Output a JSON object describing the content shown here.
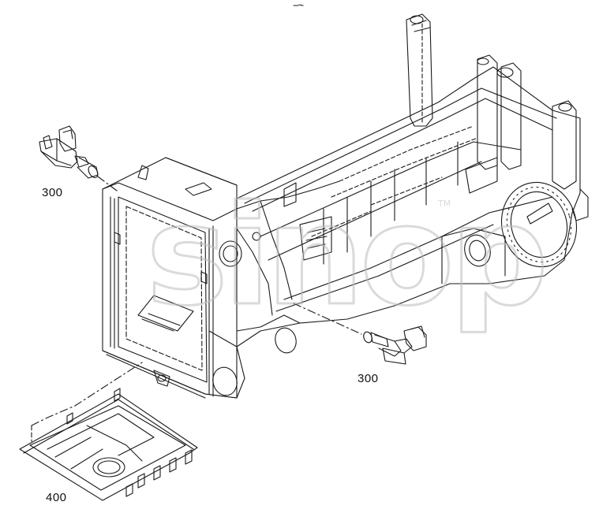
{
  "callouts": [
    {
      "id": "part-300-left",
      "label": "300"
    },
    {
      "id": "part-300-right",
      "label": "300"
    },
    {
      "id": "part-400",
      "label": "400"
    }
  ],
  "watermark": {
    "text": "sinop",
    "mark": "TM"
  },
  "colors": {
    "line": "#1a1a1a",
    "watermark": "#cfcfcf",
    "background": "#ffffff"
  }
}
